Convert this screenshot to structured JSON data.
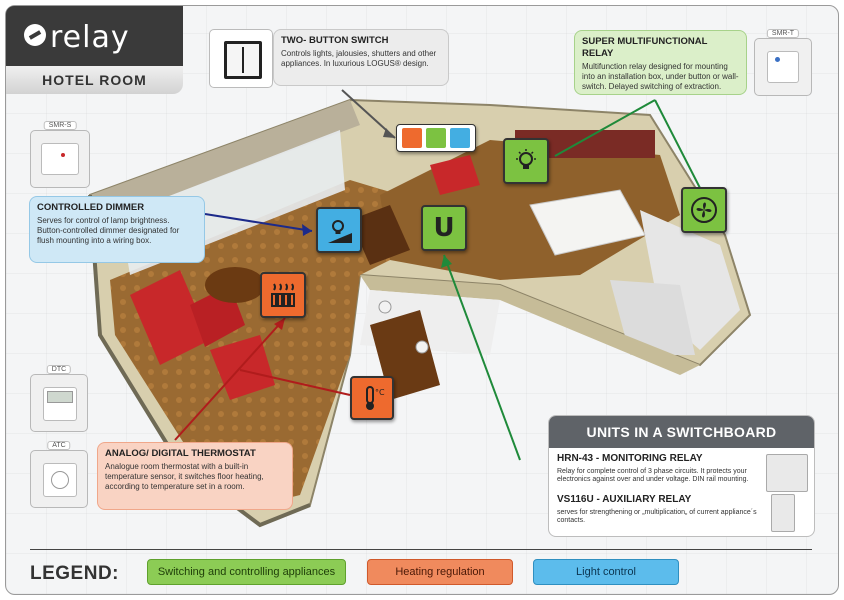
{
  "brand": {
    "logo_text": "relay",
    "subtitle": "HOTEL ROOM"
  },
  "callouts": {
    "two_button_switch": {
      "title": "TWO- BUTTON SWITCH",
      "text": "Controls lights, jalousies, shutters and other appliances. In luxurious LOGUS® design."
    },
    "super_relay": {
      "title": "SUPER MULTIFUNCTIONAL RELAY",
      "text": "Multifunction relay designed for mounting into an installation box, under button or wall-switch. Delayed switching of extraction."
    },
    "dimmer": {
      "title": "CONTROLLED DIMMER",
      "text": "Serves for control of lamp brightness. Button-controlled dimmer designated for flush mounting into a wiring box."
    },
    "thermostat": {
      "title": "ANALOG/ DIGITAL THERMOSTAT",
      "text": "Analogue room thermostat with a built-in temperature sensor, it switches floor heating, according to temperature set in a room."
    }
  },
  "devices": {
    "smr_s": "SMR-S",
    "smr_t": "SMR-T",
    "dtc": "DTC",
    "atc": "ATC"
  },
  "switchboard": {
    "title": "UNITS IN A SWITCHBOARD",
    "items": [
      {
        "title": "HRN-43 - MONITORING RELAY",
        "text": "Relay for complete control of 3 phase circuits. It protects your electronics against over and under voltage. DIN rail mounting."
      },
      {
        "title": "VS116U - AUXILIARY RELAY",
        "text": "serves for strengthening or „multiplication„ of current appliance´s contacts."
      }
    ]
  },
  "legend": {
    "title": "LEGEND:",
    "items": [
      "Switching and controlling appliances",
      "Heating regulation",
      "Light control"
    ]
  },
  "colors": {
    "green": "#7cc241",
    "orange": "#ee6a2e",
    "blue": "#43aee2",
    "dark": "#3a3a3a"
  },
  "icons": [
    "light-bulb-icon",
    "fan-icon",
    "u-relay-icon",
    "dimmer-icon",
    "heating-icon",
    "thermometer-icon"
  ]
}
